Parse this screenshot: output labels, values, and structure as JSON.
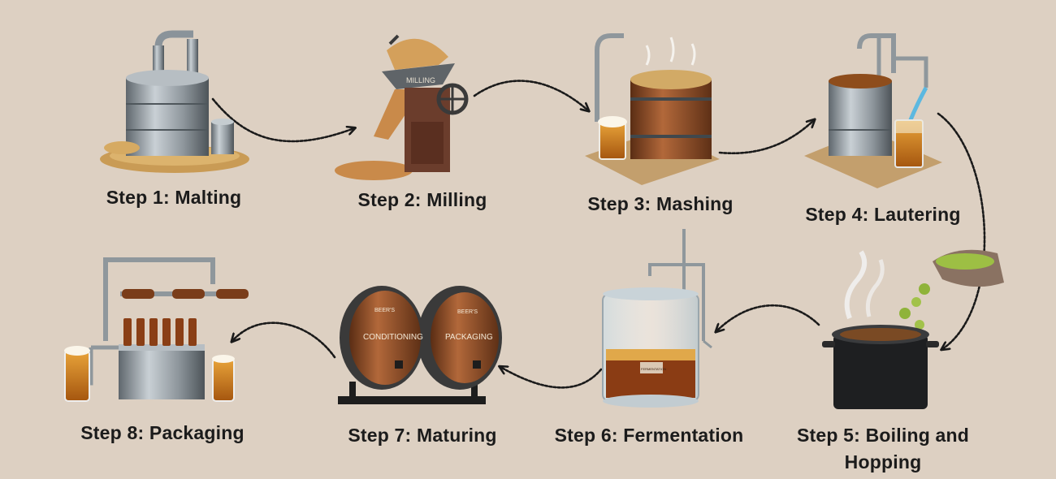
{
  "steps": [
    {
      "id": "malting",
      "label": "Step 1: Malting",
      "illustration": "malting-still-icon"
    },
    {
      "id": "milling",
      "label": "Step 2: Milling",
      "illustration": "grain-mill-icon"
    },
    {
      "id": "mashing",
      "label": "Step 3: Mashing",
      "illustration": "mash-tun-icon"
    },
    {
      "id": "lautering",
      "label": "Step 4: Lautering",
      "illustration": "lauter-tun-icon"
    },
    {
      "id": "boiling",
      "label": "Step 5: Boiling and Hopping",
      "illustration": "boil-kettle-icon"
    },
    {
      "id": "fermentation",
      "label": "Step 6: Fermentation",
      "illustration": "fermenter-icon"
    },
    {
      "id": "maturing",
      "label": "Step 7: Maturing",
      "illustration": "barrels-icon"
    },
    {
      "id": "packaging",
      "label": "Step 8: Packaging",
      "illustration": "bottling-line-icon"
    }
  ],
  "illustration_text": {
    "mill_plate": "MILLING",
    "barrel_brand": "BEER'S",
    "barrel_left": "CONDITIONING",
    "barrel_right": "PACKAGING",
    "fermenter_plate": "FERMENTATION"
  },
  "colors": {
    "background": "#ddd0c2",
    "arrow": "#1a1a1a",
    "steel": "#9aa3aa",
    "wood": "#8a4a26",
    "beer": "#c9761a",
    "grain": "#d2a45e",
    "hops": "#8fb33a"
  }
}
